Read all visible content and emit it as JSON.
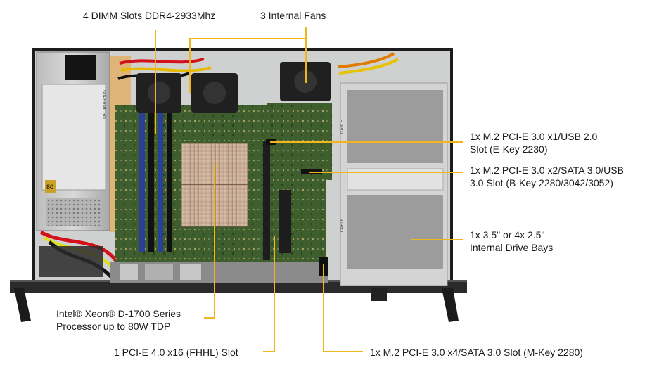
{
  "callouts": {
    "dimm": "4 DIMM Slots DDR4-2933Mhz",
    "fans": "3 Internal  Fans",
    "m2_ekey_line1": "1x M.2 PCI-E 3.0 x1/USB 2.0",
    "m2_ekey_line2": "Slot (E-Key 2230)",
    "m2_bkey_line1": "1x M.2 PCI-E 3.0 x2/SATA 3.0/USB",
    "m2_bkey_line2": "3.0 Slot (B-Key 2280/3042/3052)",
    "drive_bays_line1": "1x 3.5\" or 4x 2.5\"",
    "drive_bays_line2": "Internal  Drive Bays",
    "cpu_line1": "Intel® Xeon® D-1700 Series",
    "cpu_line2": "Processor up to 80W TDP",
    "pcie_slot": "1 PCI-E 4.0 x16 (FHHL) Slot",
    "m2_mkey": "1x M.2 PCI-E 3.0 x4/SATA 3.0 Slot (M-Key 2280)"
  },
  "chassis": {
    "psu_brand": "SUPERMICRO",
    "psu_badge": "80",
    "drive_cage_label": "CABLE"
  },
  "colors": {
    "callout_line": "#f2b51b",
    "chassis_edge": "#1c1c1c",
    "board_green": "#3f5e2e",
    "dimm_blue": "#2b3f9a",
    "fan_black": "#202020",
    "drive_gray": "#9c9c9c"
  }
}
